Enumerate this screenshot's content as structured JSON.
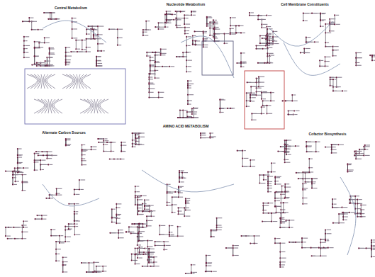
{
  "diagram": {
    "labels": [
      "Central Metabolism",
      "Nucleotide Metabolism",
      "Cell Membrane Constituents",
      "Alternate Carbon Sources",
      "AMINO ACID METABOLISM",
      "Cofactor Biosynthesis"
    ]
  }
}
